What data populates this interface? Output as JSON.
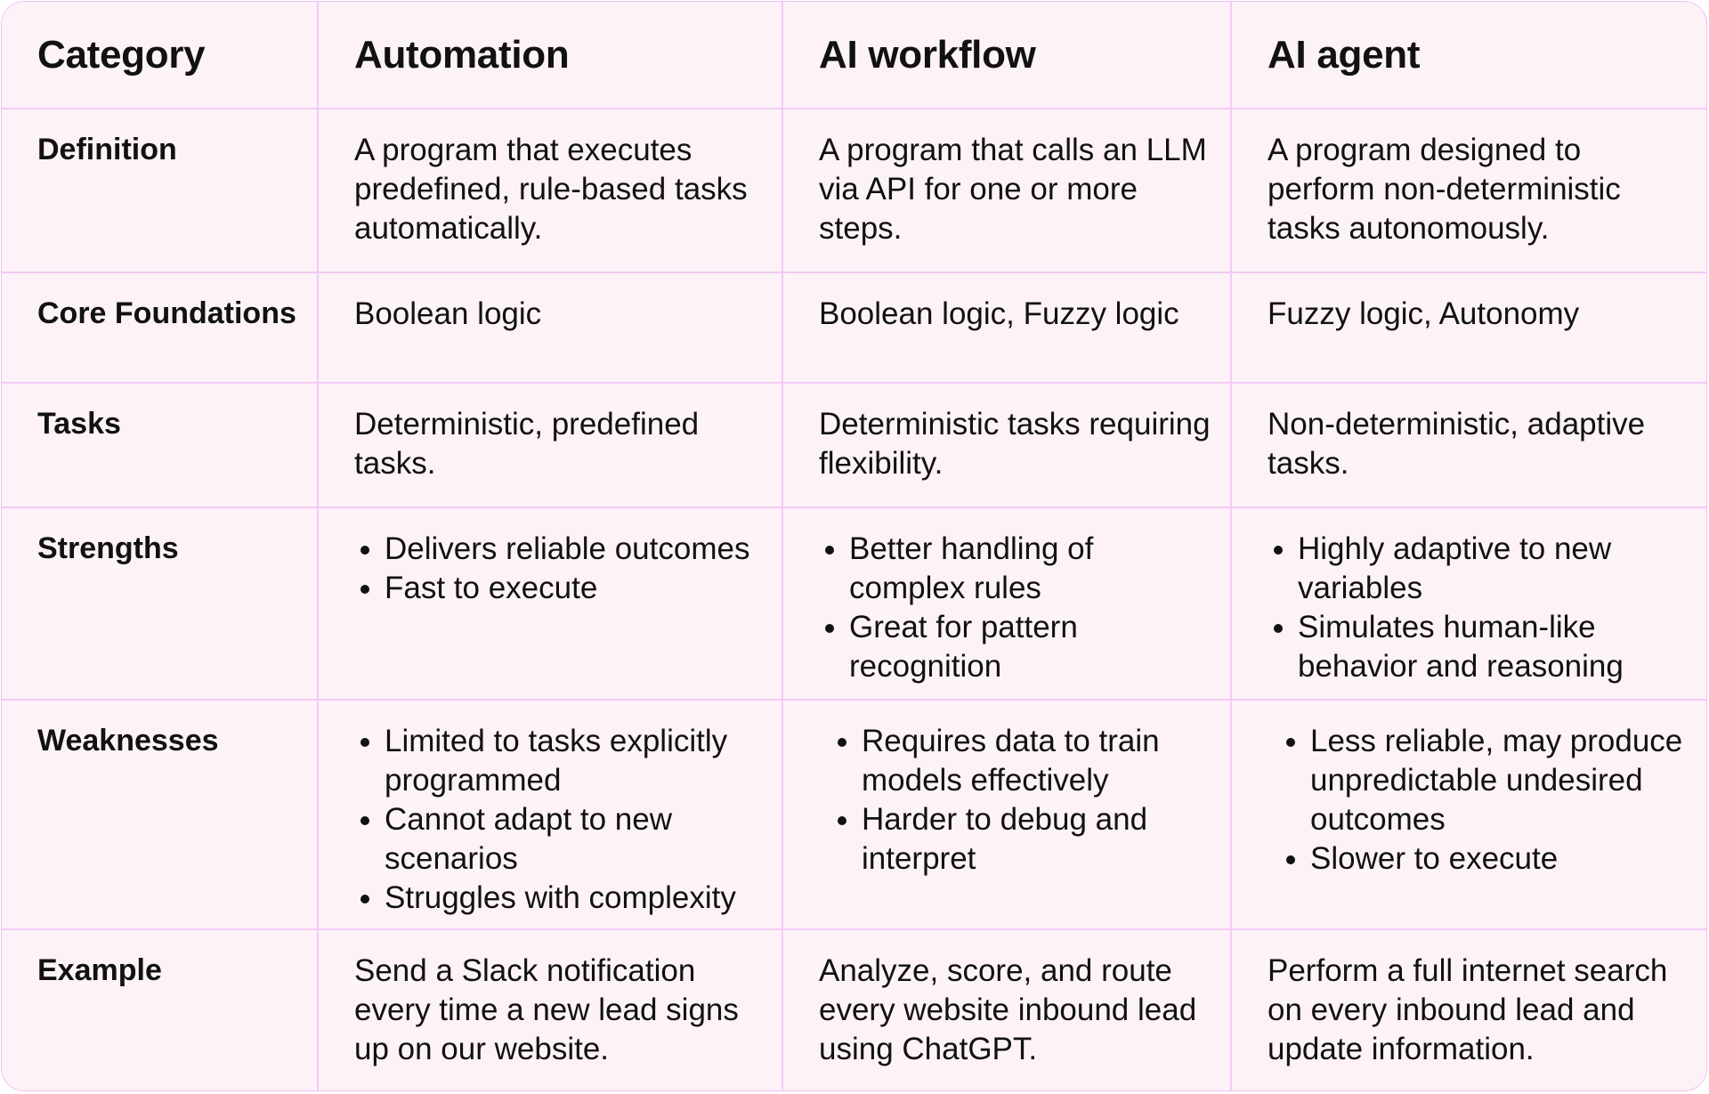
{
  "headers": [
    "Category",
    "Automation",
    "AI workflow",
    "AI agent"
  ],
  "rows": [
    {
      "label": "Definition",
      "cells": [
        "A program that executes predefined, rule-based tasks automatically.",
        "A program that calls an LLM via API for one or more steps.",
        "A program designed to perform non-deterministic tasks autonomously."
      ]
    },
    {
      "label": "Core Foundations",
      "cells": [
        "Boolean logic",
        "Boolean logic, Fuzzy logic",
        "Fuzzy logic, Autonomy"
      ]
    },
    {
      "label": "Tasks",
      "cells": [
        "Deterministic, predefined tasks.",
        "Deterministic tasks requiring flexibility.",
        "Non-deterministic, adaptive tasks."
      ]
    },
    {
      "label": "Strengths",
      "lists": [
        [
          "Delivers reliable outcomes",
          "Fast to execute"
        ],
        [
          "Better handling of complex rules",
          "Great for pattern recognition"
        ],
        [
          "Highly adaptive to new variables",
          " Simulates human-like behavior and reasoning"
        ]
      ]
    },
    {
      "label": "Weaknesses",
      "lists": [
        [
          "Limited to tasks explicitly programmed",
          "Cannot adapt to new scenarios",
          "Struggles with complexity"
        ],
        [
          "Requires data to train models effectively",
          "Harder to debug and interpret"
        ],
        [
          "Less reliable, may produce unpredictable undesired outcomes",
          "Slower to execute"
        ]
      ]
    },
    {
      "label": "Example",
      "cells": [
        "Send a Slack notification every time a new lead signs up on our website.",
        "Analyze, score, and route every website inbound lead using ChatGPT.",
        "Perform a full internet search on every inbound lead and update information."
      ]
    }
  ]
}
